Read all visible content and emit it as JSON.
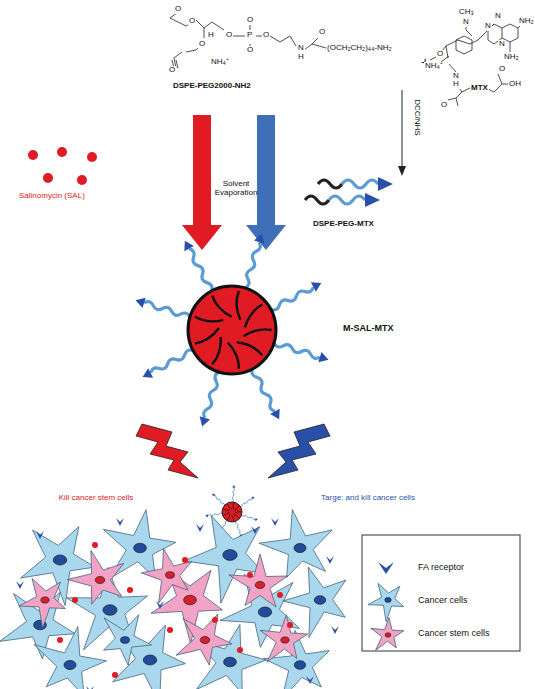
{
  "diagram": {
    "labels": [
      "O",
      "O",
      "O",
      "O",
      "H",
      "O",
      "P",
      "O",
      "O",
      "O",
      "NH₄⁺",
      "N",
      "H",
      "O",
      "(OCH₂CH₂)₄₄-NH₂",
      "DSPE-PEG2000-NH2",
      "+",
      "CH₃",
      "N",
      "N",
      "N",
      "NH₂",
      "NH₂",
      "N",
      "O",
      "N",
      "H",
      "NH₄⁺",
      "O",
      "O",
      "OH",
      "MTX",
      "DCC/NHS",
      "Salinomycin (SAL)",
      "Solvent Evaporation",
      "DSPE-PEG-MTX",
      "M-SAL-MTX",
      "Kill cancer stem cells",
      "Targe: and kill cancer cells"
    ],
    "legend": [
      {
        "text": "FA receptor"
      },
      {
        "text": "Cancer cells"
      },
      {
        "text": "Cancer stem cells"
      }
    ]
  }
}
